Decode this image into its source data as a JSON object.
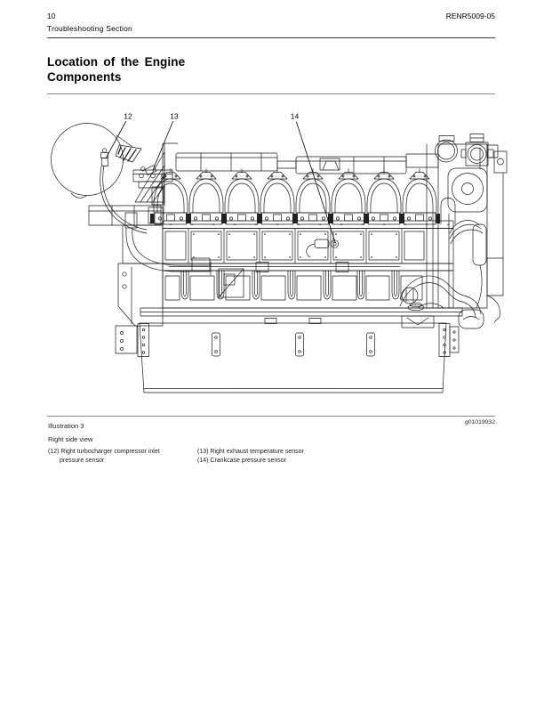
{
  "header": {
    "page_number": "10",
    "section": "Troubleshooting Section",
    "document_code": "RENR5009-05"
  },
  "title": {
    "line1": "Location of the Engine",
    "line2": "Components"
  },
  "illustration": {
    "callouts": [
      {
        "label": "12"
      },
      {
        "label": "13"
      },
      {
        "label": "14"
      }
    ],
    "caption": {
      "name": "Illustration 3",
      "graphic_code": "g01019032",
      "view_label": "Right side view"
    },
    "legend": [
      {
        "num": "(12)",
        "desc": "Right turbocharger compressor inlet pressure sensor"
      },
      {
        "num": "(13)",
        "desc": "Right exhaust temperature sensor"
      },
      {
        "num": "(14)",
        "desc": "Crankcase pressure sensor"
      }
    ]
  },
  "colors": {
    "line_color": "#1a1a1a",
    "text_color": "#000000"
  }
}
